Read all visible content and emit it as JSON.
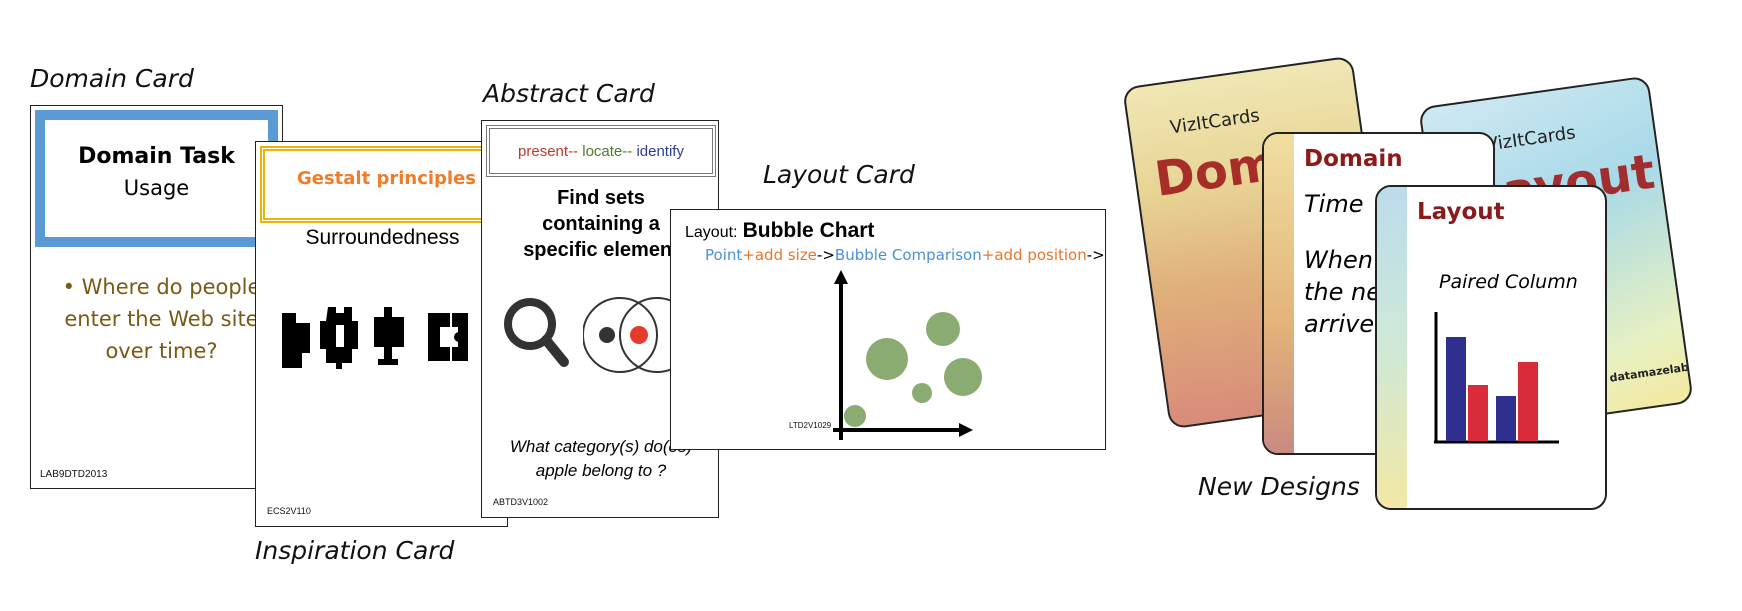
{
  "captions": {
    "domain": "Domain Card",
    "abstract": "Abstract Card",
    "layout": "Layout Card",
    "inspiration": "Inspiration Card",
    "new_designs": "New Designs"
  },
  "domain_card": {
    "title": "Domain Task",
    "subtitle": "Usage",
    "body": "• Where do people\nenter the Web site\nover time?",
    "code": "LAB9DTD2013",
    "colors": {
      "frame": "#5b9bd5",
      "body_text": "#7a5a13"
    }
  },
  "inspiration_card": {
    "title": "Gestalt principles",
    "subtitle": "Surroundedness",
    "code": "ECS2V110",
    "colors": {
      "frame": "#f0b400",
      "title": "#f07c2a"
    }
  },
  "abstract_card": {
    "header": {
      "present": "present",
      "sep1": "-- ",
      "locate": "locate",
      "sep2": "-- ",
      "identify": "identify"
    },
    "title": "Find sets\ncontaining a\nspecific element",
    "question": "What category(s) do(es)\napple belong to ?",
    "code": "ABTD3V1002",
    "icons": [
      "magnifier-icon",
      "venn-icon"
    ],
    "colors": {
      "present": "#c0392b",
      "locate": "#4a7f2a",
      "identify": "#2e3f8f",
      "highlight": "#e53b2c"
    }
  },
  "layout_card": {
    "label": "Layout:",
    "title": "Bubble Chart",
    "flow": {
      "p1": "Point",
      "plus1": "+",
      "p2": "add size",
      "arrow1": "->",
      "p3": "Bubble Comparison",
      "plus2": "+",
      "p4": "add position",
      "arrow2": "->"
    },
    "code": "LTD2V1029",
    "colors": {
      "blue": "#4a90d9",
      "orange": "#e8772e",
      "bubble": "#8aab72"
    }
  },
  "new_designs": {
    "logo": "VizItCards",
    "back_domain_word": "Domain",
    "back_layout_word": "Layout",
    "domain": {
      "title": "Domain",
      "subtitle": "Time",
      "body": "When does\nthe next\narrive?"
    },
    "layout": {
      "title": "Layout",
      "chart_label": "Paired Column"
    },
    "maker_logo": "datamazelab",
    "colors": {
      "title": "#8b1a1a",
      "bar_blue": "#2f2f8f",
      "bar_red": "#d92b3a"
    }
  }
}
